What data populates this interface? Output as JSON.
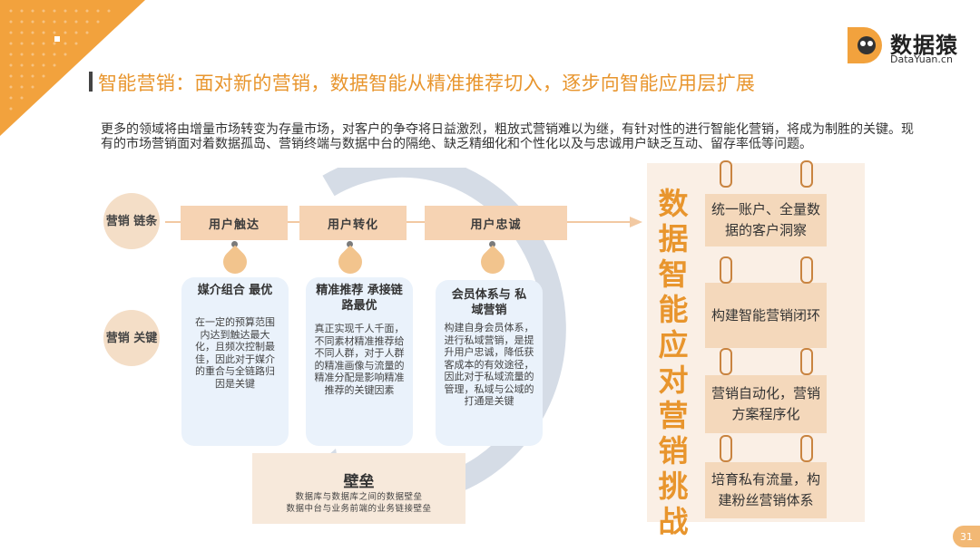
{
  "header": {
    "title": "智能营销：面对新的营销，数据智能从精准推荐切入，逐步向智能应用层扩展",
    "logo_text": "数据猿",
    "logo_sub": "DataYuan.cn"
  },
  "intro": "更多的领域将由增量市场转变为存量市场，对客户的争夺将日益激烈，粗放式营销难以为继，有针对性的进行智能化营销，将成为制胜的关键。现有的市场营销面对着数据孤岛、营销终端与数据中台的隔绝、缺乏精细化和个性化以及与忠诚用户缺乏互动、留存率低等问题。",
  "row_labels": {
    "chain": "营销 链条",
    "key": "营销 关键"
  },
  "chain_steps": [
    "用户触达",
    "用户转化",
    "用户忠诚"
  ],
  "cards": [
    {
      "title": "媒介组合 最优",
      "body": "在一定的预算范围内达到触达最大化，且频次控制最佳，因此对于媒介的重合与全链路归因是关键"
    },
    {
      "title": "精准推荐 承接链路最优",
      "body": "真正实现千人千面，不同素材精准推荐给不同人群，对于人群的精准画像与流量的精准分配是影响精准推荐的关键因素"
    },
    {
      "title": "会员体系与 私域营销",
      "body": "构建自身会员体系，进行私域营销，是提升用户忠诚，降低获客成本的有效途径，因此对于私域流量的管理，私域与公域的打通是关键"
    }
  ],
  "barrier": {
    "title": "壁垒",
    "line1": "数据库与数据库之间的数据壁垒",
    "line2": "数据中台与业务前端的业务链接壁垒"
  },
  "right": {
    "vertical_text": "数据智能 应对营销挑战",
    "items": [
      "统一账户、全量数据的客户洞察",
      "构建智能营销闭环",
      "营销自动化，营销方案程序化",
      "培育私有流量，构建粉丝营销体系"
    ]
  },
  "page_number": "31",
  "colors": {
    "accent": "#e8952d",
    "chain_box": "#f6d3b3",
    "card_bg": "#eaf2fb",
    "arrow_gray": "#d5dce6"
  }
}
